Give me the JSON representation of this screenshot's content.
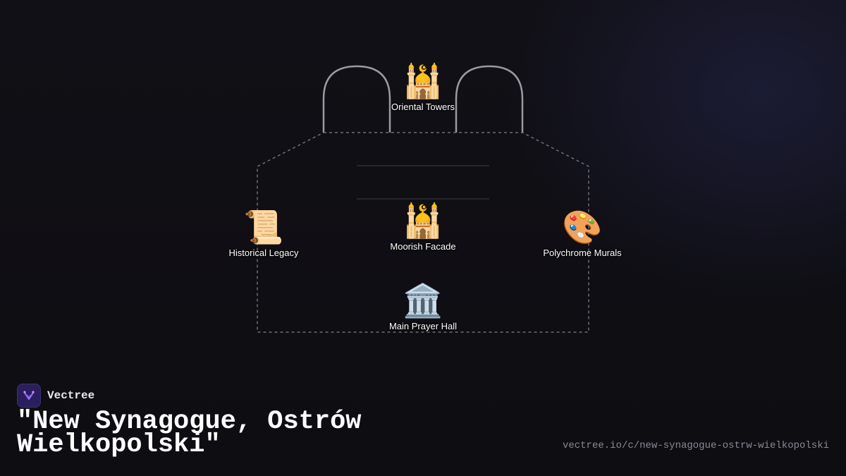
{
  "brand": {
    "name": "Vectree",
    "logo_icon": "vectree-logo-icon",
    "accent": "#7b5cff"
  },
  "title": "\"New Synagogue, Ostrów Wielkopolski\"",
  "url": "vectree.io/c/new-synagogue-ostrw-wielkopolski",
  "nodes": {
    "oriental_towers": {
      "emoji": "🕌",
      "label": "Oriental Towers"
    },
    "historical_legacy": {
      "emoji": "📜",
      "label": "Historical Legacy"
    },
    "moorish_facade": {
      "emoji": "🕌",
      "label": "Moorish Facade"
    },
    "polychrome_murals": {
      "emoji": "🎨",
      "label": "Polychrome Murals"
    },
    "main_prayer_hall": {
      "emoji": "🏛️",
      "label": "Main Prayer Hall"
    }
  },
  "colors": {
    "outline": "#9a9aa2",
    "dashed": "#6f6f78",
    "divider": "#3c3c44"
  }
}
